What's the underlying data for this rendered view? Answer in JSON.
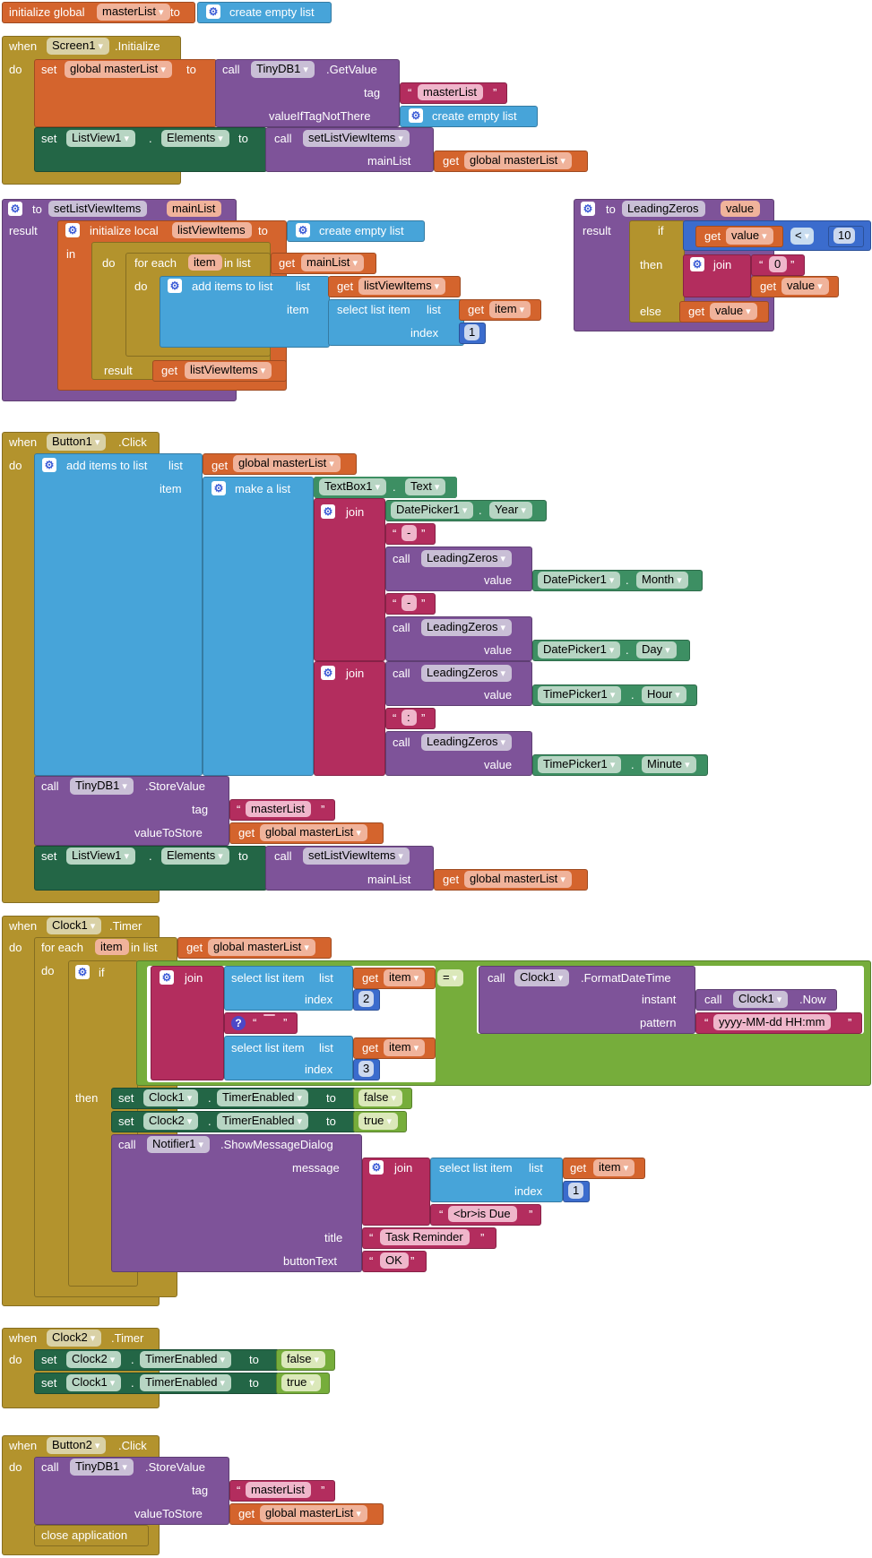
{
  "global_init": {
    "initialize_global": "initialize global",
    "name": "masterList",
    "to": "to",
    "create_empty_list": "create empty list"
  },
  "screen_init": {
    "when": "when",
    "component": "Screen1",
    "event": ".Initialize",
    "do": "do",
    "set": "set",
    "var": "global masterList",
    "to": "to",
    "call": "call",
    "db": "TinyDB1",
    "method": ".GetValue",
    "tag_label": "tag",
    "tag_value": "masterList",
    "default_label": "valueIfTagNotThere",
    "create_empty_list": "create empty list",
    "set2": "set",
    "listview": "ListView1",
    "dot": ".",
    "prop": "Elements",
    "to2": "to",
    "call2": "call",
    "proc": "setListViewItems",
    "param_label": "mainList",
    "get": "get",
    "get_var": "global masterList"
  },
  "proc_setlist": {
    "to": "to",
    "name": "setListViewItems",
    "param": "mainList",
    "result": "result",
    "initialize_local": "initialize local",
    "local_name": "listViewItems",
    "to2": "to",
    "create_empty_list": "create empty list",
    "in": "in",
    "do": "do",
    "for_each": "for each",
    "item": "item",
    "in_list": "in list",
    "get": "get",
    "get_mainlist": "mainList",
    "do2": "do",
    "add_items": "add items to list",
    "list_label": "list",
    "get2": "get",
    "get_lvi": "listViewItems",
    "item_label": "item",
    "select_list_item": "select list item",
    "list_label2": "list",
    "get3": "get",
    "get_item": "item",
    "index_label": "index",
    "index_value": "1",
    "result2": "result",
    "get4": "get",
    "get_lvi2": "listViewItems"
  },
  "proc_leading": {
    "to": "to",
    "name": "LeadingZeros",
    "param": "value",
    "result": "result",
    "if": "if",
    "get": "get",
    "get_value": "value",
    "op": "<",
    "num": "10",
    "then": "then",
    "join": "join",
    "zero": "0",
    "get2": "get",
    "get_value2": "value",
    "else": "else",
    "get3": "get",
    "get_value3": "value"
  },
  "button1": {
    "when": "when",
    "component": "Button1",
    "event": ".Click",
    "do": "do",
    "add_items": "add items to list",
    "list_label": "list",
    "get": "get",
    "get_var": "global masterList",
    "item_label": "item",
    "make_a_list": "make a list",
    "textbox": "TextBox1",
    "dot": ".",
    "text_prop": "Text",
    "join": "join",
    "dp1": "DatePicker1",
    "year": "Year",
    "dash1": "-",
    "call": "call",
    "lz": "LeadingZeros",
    "value_label": "value",
    "dp2": "DatePicker1",
    "month": "Month",
    "dash2": "-",
    "lz2": "LeadingZeros",
    "value_label2": "value",
    "dp3": "DatePicker1",
    "day": "Day",
    "join2": "join",
    "lz3": "LeadingZeros",
    "value_label3": "value",
    "tp1": "TimePicker1",
    "hour": "Hour",
    "colon": ":",
    "lz4": "LeadingZeros",
    "value_label4": "value",
    "tp2": "TimePicker1",
    "minute": "Minute",
    "call_db": "call",
    "db": "TinyDB1",
    "store": ".StoreValue",
    "tag_label": "tag",
    "tag_value": "masterList",
    "vts_label": "valueToStore",
    "get_vts": "get",
    "vts_var": "global masterList",
    "set": "set",
    "listview": "ListView1",
    "prop": "Elements",
    "to": "to",
    "call2": "call",
    "proc": "setListViewItems",
    "param_label": "mainList",
    "get2": "get",
    "get_var2": "global masterList"
  },
  "clock1": {
    "when": "when",
    "component": "Clock1",
    "event": ".Timer",
    "do": "do",
    "for_each": "for each",
    "item": "item",
    "in_list": "in list",
    "get": "get",
    "get_var": "global masterList",
    "do2": "do",
    "if": "if",
    "join": "join",
    "select1": "select list item",
    "list1": "list",
    "get1": "get",
    "item1": "item",
    "index1": "index",
    "idx1": "2",
    "space": " ",
    "select2": "select list item",
    "list2": "list",
    "get2": "get",
    "item2": "item",
    "index2": "index",
    "idx2": "3",
    "eq": "=",
    "call": "call",
    "clock": "Clock1",
    "fmt": ".FormatDateTime",
    "instant": "instant",
    "call2": "call",
    "clock2": "Clock1",
    "now": ".Now",
    "pattern": "pattern",
    "pattern_value": "yyyy-MM-dd HH:mm",
    "then": "then",
    "set1": "set",
    "c1": "Clock1",
    "te1": "TimerEnabled",
    "to1": "to",
    "false1": "false",
    "set2": "set",
    "c2": "Clock2",
    "te2": "TimerEnabled",
    "to2": "to",
    "true1": "true",
    "call3": "call",
    "notifier": "Notifier1",
    "show": ".ShowMessageDialog",
    "message": "message",
    "join2": "join",
    "select3": "select list item",
    "list3": "list",
    "get3": "get",
    "item3": "item",
    "index3": "index",
    "idx3": "1",
    "due": "<br>is Due",
    "title_label": "title",
    "title_value": "Task Reminder",
    "btn_label": "buttonText",
    "btn_value": "OK"
  },
  "clock2": {
    "when": "when",
    "component": "Clock2",
    "event": ".Timer",
    "do": "do",
    "set1": "set",
    "c2": "Clock2",
    "te1": "TimerEnabled",
    "to1": "to",
    "false1": "false",
    "set2": "set",
    "c1": "Clock1",
    "te2": "TimerEnabled",
    "to2": "to",
    "true1": "true"
  },
  "button2": {
    "when": "when",
    "component": "Button2",
    "event": ".Click",
    "do": "do",
    "call": "call",
    "db": "TinyDB1",
    "store": ".StoreValue",
    "tag_label": "tag",
    "tag_value": "masterList",
    "vts_label": "valueToStore",
    "get": "get",
    "vts_var": "global masterList",
    "close": "close application"
  },
  "colors": {
    "variable": "#d4642d",
    "control": "#b3932d",
    "procedure": "#7e5399",
    "component": "#236646",
    "list": "#47a4d9",
    "text": "#b32d5e",
    "math": "#3b6ccd",
    "logic": "#76ad3b"
  },
  "icons": [
    "gear-icon",
    "question-icon",
    "dropdown-arrow-icon",
    "quote-icon"
  ]
}
